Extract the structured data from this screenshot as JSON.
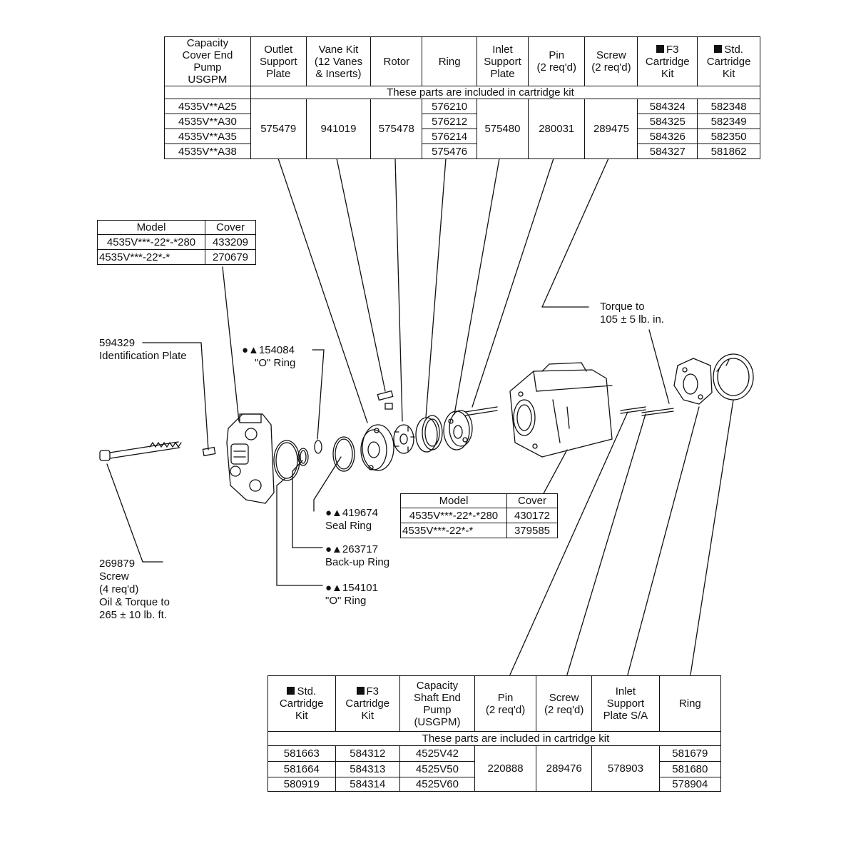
{
  "top_table": {
    "headers": [
      [
        "Capacity",
        "Cover End",
        "Pump",
        "USGPM"
      ],
      [
        "Outlet",
        "Support",
        "Plate"
      ],
      [
        "Vane Kit",
        "(12 Vanes",
        "& Inserts)"
      ],
      [
        "Rotor"
      ],
      [
        "Ring"
      ],
      [
        "Inlet",
        "Support",
        "Plate"
      ],
      [
        "Pin",
        "(2 req'd)"
      ],
      [
        "Screw",
        "(2 req'd)"
      ],
      [
        "F3",
        "Cartridge",
        "Kit"
      ],
      [
        "Std.",
        "Cartridge",
        "Kit"
      ]
    ],
    "included_note": "These parts are included in cartridge kit",
    "capacity": [
      "4535V**A25",
      "4535V**A30",
      "4535V**A35",
      "4535V**A38"
    ],
    "outlet_support_plate": "575479",
    "vane_kit": "941019",
    "rotor": "575478",
    "ring": [
      "576210",
      "576212",
      "576214",
      "575476"
    ],
    "inlet_support_plate": "575480",
    "pin": "280031",
    "screw": "289475",
    "f3_kit": [
      "584324",
      "584325",
      "584326",
      "584327"
    ],
    "std_kit": [
      "582348",
      "582349",
      "582350",
      "581862"
    ]
  },
  "cover_table_left": {
    "headers": [
      "Model",
      "Cover"
    ],
    "rows": [
      [
        "4535V***-22*-*280",
        "433209"
      ],
      [
        "4535V***-22*-*",
        "270679"
      ]
    ]
  },
  "cover_table_mid": {
    "headers": [
      "Model",
      "Cover"
    ],
    "rows": [
      [
        "4535V***-22*-*280",
        "430172"
      ],
      [
        "4535V***-22*-*",
        "379585"
      ]
    ]
  },
  "bottom_table": {
    "headers": [
      [
        "Std.",
        "Cartridge",
        "Kit"
      ],
      [
        "F3",
        "Cartridge",
        "Kit"
      ],
      [
        "Capacity",
        "Shaft End",
        "Pump",
        "(USGPM)"
      ],
      [
        "Pin",
        "(2 req'd)"
      ],
      [
        "Screw",
        "(2 req'd)"
      ],
      [
        "Inlet",
        "Support",
        "Plate S/A"
      ],
      [
        "Ring"
      ]
    ],
    "included_note": "These parts are included in cartridge kit",
    "std_kit": [
      "581663",
      "581664",
      "580919"
    ],
    "f3_kit": [
      "584312",
      "584313",
      "584314"
    ],
    "capacity": [
      "4525V42",
      "4525V50",
      "4525V60"
    ],
    "pin": "220888",
    "screw": "289476",
    "inlet_support_plate": "578903",
    "ring": [
      "581679",
      "581680",
      "578904"
    ]
  },
  "callouts": {
    "ident_plate": {
      "part": "594329",
      "name": "Identification Plate"
    },
    "oring_top": {
      "symbols": "●▲",
      "part": "154084",
      "name": "\"O\"  Ring"
    },
    "torque": {
      "line1": "Torque to",
      "line2": "105 ± 5 lb. in."
    },
    "screw": {
      "part": "269879",
      "name": "Screw",
      "qty": "(4 req'd)",
      "line3": "Oil & Torque to",
      "line4": "265 ± 10 lb. ft."
    },
    "seal_ring": {
      "symbols": "●▲",
      "part": "419674",
      "name": "Seal Ring"
    },
    "backup_ring": {
      "symbols": "●▲",
      "part": "263717",
      "name": "Back-up Ring"
    },
    "oring_bottom": {
      "symbols": "●▲",
      "part": "154101",
      "name": "\"O\"  Ring"
    }
  }
}
